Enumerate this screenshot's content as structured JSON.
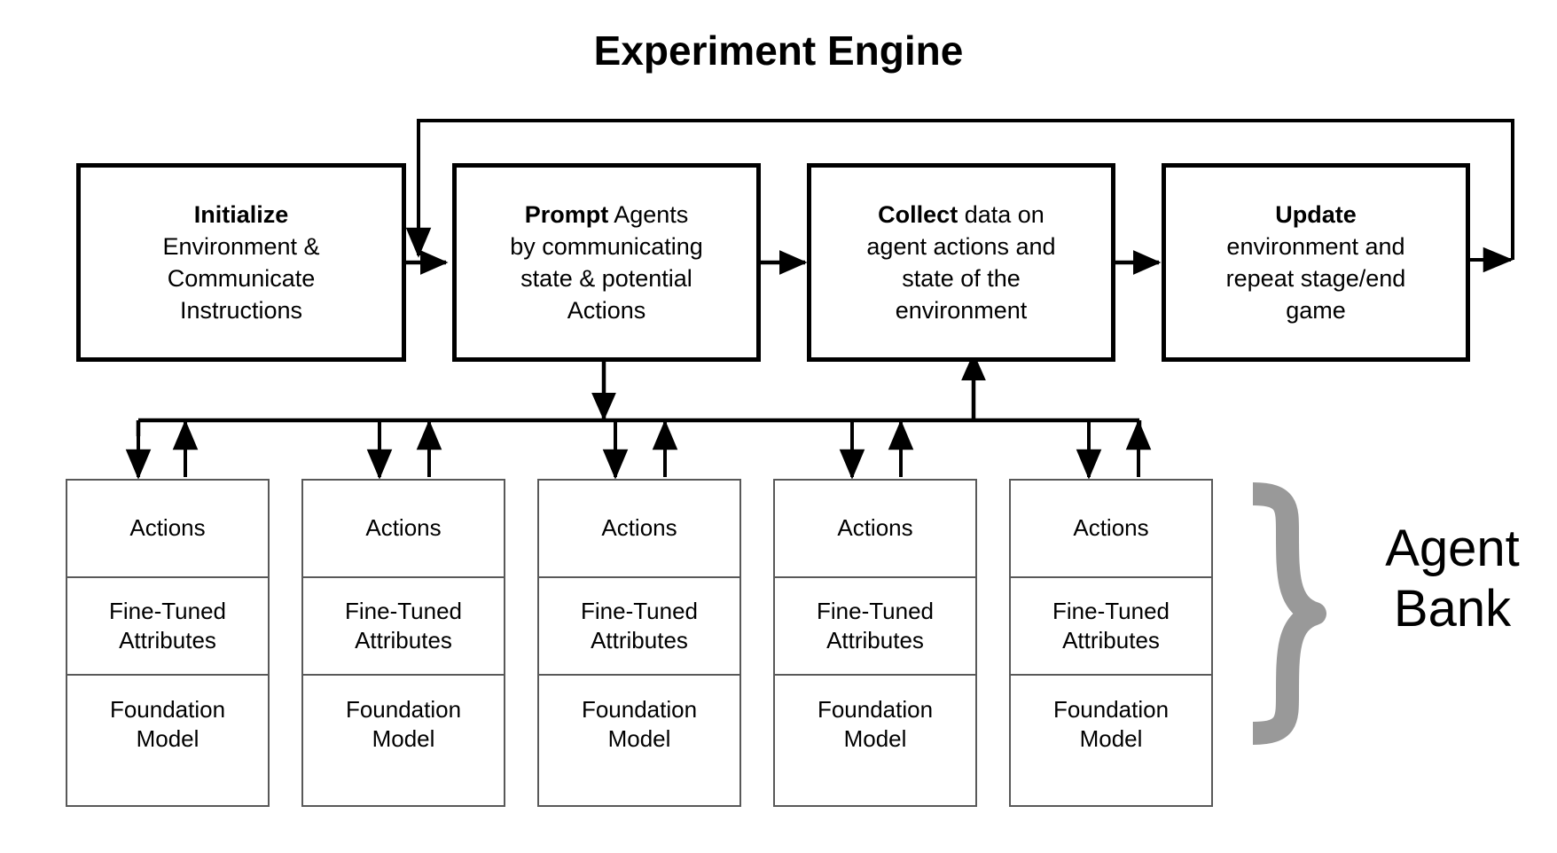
{
  "diagram": {
    "title": "Experiment Engine",
    "stages": [
      {
        "id": "initialize",
        "bold_lead": "Initialize",
        "rest": " Environment & Communicate Instructions",
        "lines": [
          "Initialize",
          "Environment &",
          "Communicate",
          "Instructions"
        ]
      },
      {
        "id": "prompt",
        "bold_lead": "Prompt",
        "rest": " Agents by communicating state & potential Actions",
        "lines": [
          "Prompt Agents",
          "by communicating",
          "state & potential",
          "Actions"
        ]
      },
      {
        "id": "collect",
        "bold_lead": "Collect",
        "rest": " data on agent actions and state of the environment",
        "lines": [
          "Collect data on",
          "agent actions and",
          "state of the",
          "environment"
        ]
      },
      {
        "id": "update",
        "bold_lead": "Update",
        "rest": " environment and repeat stage/end game",
        "lines": [
          "Update",
          "environment and",
          "repeat stage/end",
          "game"
        ]
      }
    ],
    "agent_cell_labels": [
      "Actions",
      "Fine-Tuned Attributes",
      "Foundation Model"
    ],
    "agents": [
      {
        "id": "agent-1",
        "cells": [
          "Actions",
          "Fine-Tuned\nAttributes",
          "Foundation\nModel"
        ]
      },
      {
        "id": "agent-2",
        "cells": [
          "Actions",
          "Fine-Tuned\nAttributes",
          "Foundation\nModel"
        ]
      },
      {
        "id": "agent-3",
        "cells": [
          "Actions",
          "Fine-Tuned\nAttributes",
          "Foundation\nModel"
        ]
      },
      {
        "id": "agent-4",
        "cells": [
          "Actions",
          "Fine-Tuned\nAttributes",
          "Foundation\nModel"
        ]
      },
      {
        "id": "agent-5",
        "cells": [
          "Actions",
          "Fine-Tuned\nAttributes",
          "Foundation\nModel"
        ]
      }
    ],
    "bank": {
      "label_line_1": "Agent",
      "label_line_2": "Bank",
      "brace_glyph": "}"
    },
    "colors": {
      "stage_border": "#000000",
      "agent_border": "#595959",
      "arrow": "#000000",
      "brace": "#999999",
      "background": "#ffffff",
      "text": "#000000"
    },
    "connectors": [
      {
        "id": "initialize-to-prompt",
        "from": "initialize",
        "to": "prompt",
        "kind": "straight-right"
      },
      {
        "id": "prompt-to-collect",
        "from": "prompt",
        "to": "collect",
        "kind": "straight-right"
      },
      {
        "id": "collect-to-update",
        "from": "collect",
        "to": "update",
        "kind": "straight-right"
      },
      {
        "id": "update-to-prompt-feedback",
        "from": "update",
        "to": "prompt",
        "kind": "loop-over-top"
      },
      {
        "id": "prompt-to-agent-bus",
        "from": "prompt",
        "to": "agent-bus",
        "kind": "down-arrow"
      },
      {
        "id": "agent-bus-to-collect",
        "from": "agent-bus",
        "to": "collect",
        "kind": "up-arrow"
      },
      {
        "id": "bus-to-agent-1",
        "from": "agent-bus",
        "to": "agent-1",
        "kind": "down-arrow"
      },
      {
        "id": "agent-1-to-bus",
        "from": "agent-1",
        "to": "agent-bus",
        "kind": "up-arrow"
      },
      {
        "id": "bus-to-agent-2",
        "from": "agent-bus",
        "to": "agent-2",
        "kind": "down-arrow"
      },
      {
        "id": "agent-2-to-bus",
        "from": "agent-2",
        "to": "agent-bus",
        "kind": "up-arrow"
      },
      {
        "id": "bus-to-agent-3",
        "from": "agent-bus",
        "to": "agent-3",
        "kind": "down-arrow"
      },
      {
        "id": "agent-3-to-bus",
        "from": "agent-3",
        "to": "agent-bus",
        "kind": "up-arrow"
      },
      {
        "id": "bus-to-agent-4",
        "from": "agent-bus",
        "to": "agent-4",
        "kind": "down-arrow"
      },
      {
        "id": "agent-4-to-bus",
        "from": "agent-4",
        "to": "agent-bus",
        "kind": "up-arrow"
      },
      {
        "id": "bus-to-agent-5",
        "from": "agent-bus",
        "to": "agent-5",
        "kind": "down-arrow"
      },
      {
        "id": "agent-5-to-bus",
        "from": "agent-5",
        "to": "agent-bus",
        "kind": "up-arrow"
      }
    ]
  }
}
